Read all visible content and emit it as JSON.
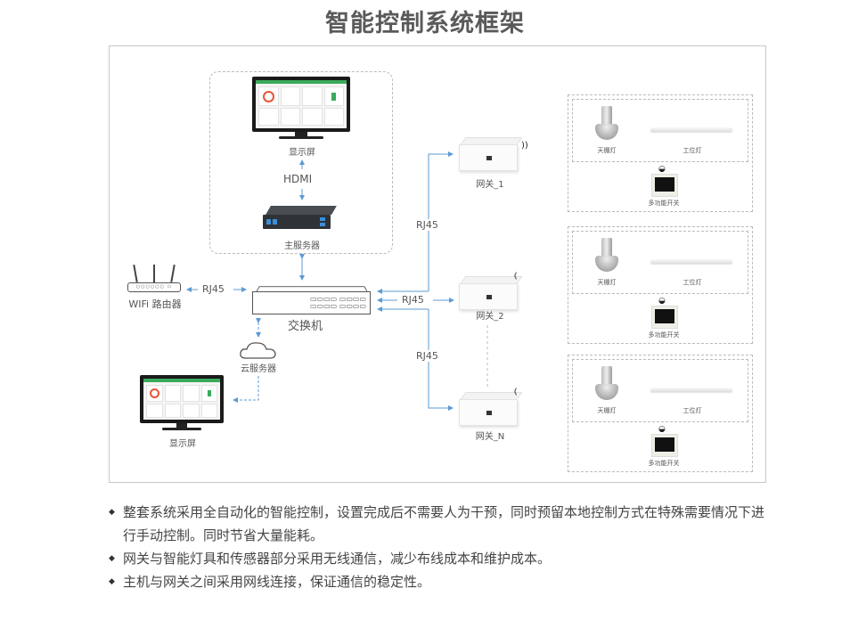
{
  "title": "智能控制系统框架",
  "nodes": {
    "monitor_top": "显示屏",
    "hdmi": "HDMI",
    "main_server": "主服务器",
    "router": "WIFi 路由器",
    "switch": "交换机",
    "cloud_server": "云服务器",
    "monitor_bottom": "显示屏",
    "gateways": [
      "网关_1",
      "网关_2",
      "网关_N"
    ]
  },
  "links": {
    "router_switch": "RJ45",
    "switch_gw1": "RJ45",
    "switch_gw2": "RJ45",
    "switch_gwN": "RJ45"
  },
  "device_groups": [
    {
      "lamp_high_bay": "天棚灯",
      "lamp_work": "工位灯",
      "switch_panel": "多功能开关"
    },
    {
      "lamp_high_bay": "天棚灯",
      "lamp_work": "工位灯",
      "switch_panel": "多功能开关"
    },
    {
      "lamp_high_bay": "天棚灯",
      "lamp_work": "工位灯",
      "switch_panel": "多功能开关"
    }
  ],
  "bullets": [
    "整套系统采用全自动化的智能控制，设置完成后不需要人为干预，同时预留本地控制方式在特殊需要情况下进行手动控制。同时节省大量能耗。",
    "网关与智能灯具和传感器部分采用无线通信，减少布线成本和维护成本。",
    "主机与网关之间采用网线连接，保证通信的稳定性。"
  ],
  "colors": {
    "link": "#5b9bd5",
    "screen_header": "#3aaa5a",
    "frame": "#c8c8c8"
  }
}
